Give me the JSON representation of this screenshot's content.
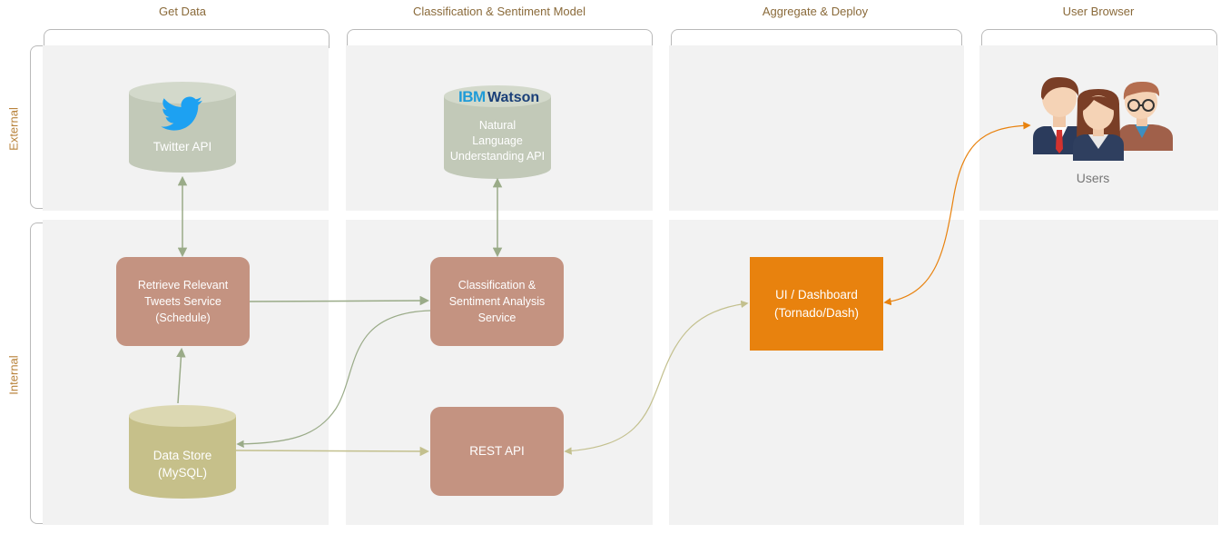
{
  "columns": [
    "Get Data",
    "Classification & Sentiment Model",
    "Aggregate & Deploy",
    "User Browser"
  ],
  "rows": [
    "External",
    "Internal"
  ],
  "nodes": {
    "twitter_api": "Twitter API",
    "ibm_logo": {
      "ibm": "IBM",
      "watson": "Watson"
    },
    "nlu_api": "Natural\nLanguage\nUnderstanding API",
    "users": "Users",
    "retrieve_service": "Retrieve Relevant\nTweets Service\n(Schedule)",
    "classification_service": "Classification &\nSentiment Analysis\nService",
    "dashboard": "UI / Dashboard\n(Tornado/Dash)",
    "data_store": "Data Store\n(MySQL)",
    "rest_api": "REST API"
  },
  "colors": {
    "column_header": "#8a6a3a",
    "row_label": "#b8823a",
    "panel": "#f2f2f2",
    "service_box": "#c49381",
    "dashboard": "#e8820e",
    "external_cylinder": "#c2c9b8",
    "data_store_cylinder": "#c6c08a",
    "arrow_green": "#9aab88",
    "arrow_olive": "#c3c08e",
    "arrow_orange": "#e8820e",
    "twitter_blue": "#1da1f2",
    "ibm_blue": "#1f9bd8"
  },
  "icons": [
    "twitter-bird-icon",
    "ibm-watson-logo",
    "users-group-icon"
  ]
}
